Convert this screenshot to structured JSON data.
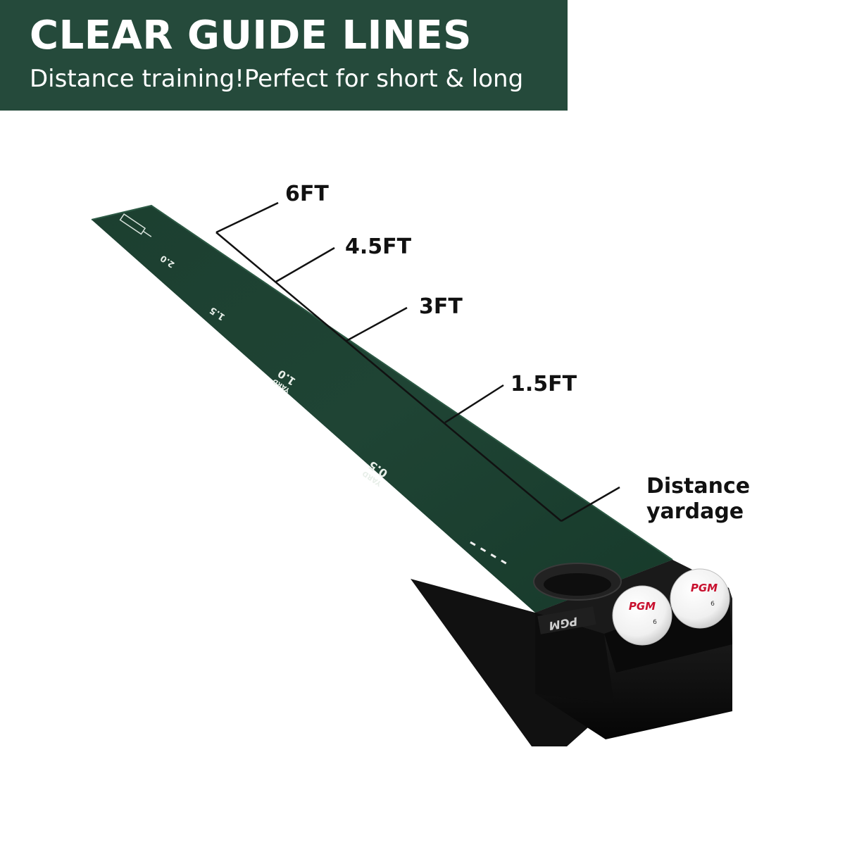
{
  "banner": {
    "title": "CLEAR GUIDE LINES",
    "subtitle": "Distance training!Perfect for short & long",
    "color": "#254a3b"
  },
  "callouts": {
    "ft6": "6FT",
    "ft4_5": "4.5FT",
    "ft3": "3FT",
    "ft1_5": "1.5FT",
    "distance_line1": "Distance",
    "distance_line2": "yardage"
  },
  "mat": {
    "color": "#1f4434",
    "markings": {
      "yard_2": "2.0",
      "yard_1_5": "1.5",
      "yard_1": "1.0",
      "yard_0_5": "0.5",
      "unit": "YARD"
    }
  },
  "return_unit": {
    "brand": "PGM",
    "ball_brand": "PGM",
    "ball_number": "6"
  }
}
